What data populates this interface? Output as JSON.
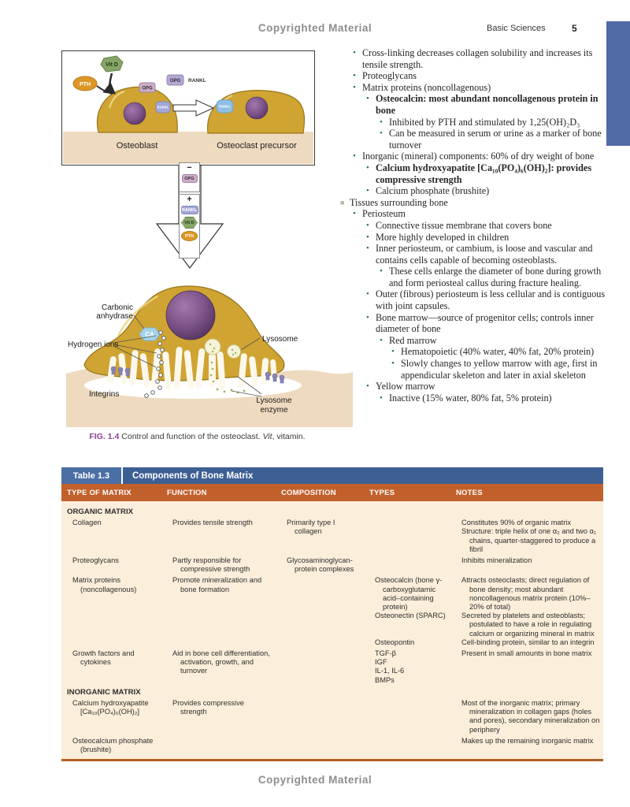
{
  "palette": {
    "tabblue": "#5069a7",
    "gold": "#d0a432",
    "goldline": "#97781c",
    "nucdark": "#5c3a68",
    "nuclight": "#a278ad",
    "tan": "#eedabf",
    "vitgreen": "#88a569",
    "pthorange": "#dc9726",
    "opgpink": "#ccadc9",
    "ranklblue": "#a3a8d6",
    "ranklcyan": "#8fc0e4",
    "bulteal": "#206f6e",
    "bulsquare": "#b5b5a4",
    "figpurple": "#8e3f96",
    "tblue": "#3d5f94",
    "tbluelight": "#4a6fa5",
    "trust": "#c2602c",
    "tcream": "#fbeeda",
    "tborder": "#b2602a",
    "cahex": "#a6d3ea",
    "substrate": "#eedabf",
    "speck": "#9cb84e",
    "integrin": "#8a86b8"
  },
  "glyphs": {
    "dot": "•",
    "square": "■"
  },
  "header": {
    "watermark": "Copyrighted Material",
    "section": "Basic Sciences",
    "page_number": "5"
  },
  "footer": {
    "watermark": "Copyrighted Material"
  },
  "figure": {
    "panel1": {
      "vitd": "Vit D",
      "pth": "PTH",
      "opg_on_cell": "OPG",
      "legend_opg": "OPG",
      "legend_rankl": "RANKL",
      "rankl_left": "RANKL",
      "rankl_right": "RANKL",
      "osteoblast": "Osteoblast",
      "precursor": "Osteoclast precursor"
    },
    "arrow": {
      "minus": "−",
      "opg": "OPG",
      "plus": "+",
      "rankl": "RANKL",
      "vitd": "Vit D",
      "pth": "PTH"
    },
    "panel2": {
      "carbonic_line1": "Carbonic",
      "carbonic_line2": "anhydrase",
      "ca": "CA",
      "hydrogen": "Hydrogen ions",
      "integrins": "Integrins",
      "lysosome": "Lysosome",
      "lysoenzyme_line1": "Lysosome",
      "lysoenzyme_line2": "enzyme"
    },
    "caption": {
      "fig_label": "FIG. 1.4",
      "text1": " Control and function of the osteoclast. ",
      "vit": "Vit",
      "text2": ", vitamin."
    }
  },
  "bullets": [
    {
      "level": 1,
      "text": "Cross-linking decreases collagen solubility and increases its tensile strength."
    },
    {
      "level": 1,
      "text": "Proteoglycans"
    },
    {
      "level": 1,
      "text": "Matrix proteins (noncollagenous)"
    },
    {
      "level": 2,
      "bold": true,
      "text": "Osteocalcin: most abundant noncollagenous protein in bone"
    },
    {
      "level": 3,
      "text": "Inhibited by PTH and stimulated by 1,25(OH)₂D₃"
    },
    {
      "level": 3,
      "text": "Can be measured in serum or urine as a marker of bone turnover"
    },
    {
      "level": 1,
      "text": "Inorganic (mineral) components: 60% of dry weight of bone"
    },
    {
      "level": 2,
      "bold": true,
      "text": "Calcium hydroxyapatite [Ca₁₀(PO₄)₆(OH)₂]: provides compressive strength"
    },
    {
      "level": 2,
      "text": "Calcium phosphate (brushite)"
    },
    {
      "level": 0,
      "square": true,
      "text": "Tissues surrounding bone"
    },
    {
      "level": 1,
      "text": "Periosteum"
    },
    {
      "level": 2,
      "text": "Connective tissue membrane that covers bone"
    },
    {
      "level": 2,
      "text": "More highly developed in children"
    },
    {
      "level": 2,
      "text": "Inner periosteum, or cambium, is loose and vascular and contains cells capable of becoming osteoblasts."
    },
    {
      "level": 3,
      "text": "These cells enlarge the diameter of bone during growth and form periosteal callus during fracture healing."
    },
    {
      "level": 2,
      "text": "Outer (fibrous) periosteum is less cellular and is contiguous with joint capsules."
    },
    {
      "level": 2,
      "text": "Bone marrow—source of progenitor cells; controls inner diameter of bone"
    },
    {
      "level": 3,
      "text": "Red marrow"
    },
    {
      "level": 4,
      "text": "Hematopoietic (40% water, 40% fat, 20% protein)"
    },
    {
      "level": 4,
      "text": "Slowly changes to yellow marrow with age, first in appendicular skeleton and later in axial skeleton"
    },
    {
      "level": 2,
      "text": "Yellow marrow"
    },
    {
      "level": 3,
      "text": "Inactive (15% water, 80% fat, 5% protein)"
    }
  ],
  "table": {
    "id": "Table 1.3",
    "title": "Components of Bone Matrix",
    "columns": [
      "TYPE OF MATRIX",
      "FUNCTION",
      "COMPOSITION",
      "TYPES",
      "NOTES"
    ],
    "rows": [
      {
        "section": "ORGANIC MATRIX"
      },
      {
        "cells": [
          "Collagen",
          "Provides tensile strength",
          "Primarily type I collagen",
          "",
          "Constitutes 90% of organic matrix\nStructure: triple helix of one α₂ and two α₁ chains, quarter-staggered to produce a fibril"
        ]
      },
      {
        "cells": [
          "Proteoglycans",
          "Partly responsible for compressive strength",
          "Glycosaminoglycan-protein complexes",
          "",
          "Inhibits mineralization"
        ]
      },
      {
        "cells": [
          "Matrix proteins (noncollagenous)",
          "Promote mineralization and bone formation",
          "",
          "Osteocalcin (bone γ-carboxyglutamic acid–containing protein)",
          "Attracts osteoclasts; direct regulation of bone density; most abundant noncollagenous matrix protein (10%–20% of total)"
        ]
      },
      {
        "continuation": true,
        "cells": [
          "",
          "",
          "",
          "Osteonectin (SPARC)",
          "Secreted by platelets and osteoblasts; postulated to have a role in regulating calcium or organizing mineral in matrix"
        ]
      },
      {
        "continuation": true,
        "cells": [
          "",
          "",
          "",
          "Osteopontin",
          "Cell-binding protein, similar to an integrin"
        ]
      },
      {
        "cells": [
          "Growth factors and cytokines",
          "Aid in bone cell differentiation, activation, growth, and turnover",
          "",
          "TGF-β\nIGF\nIL-1, IL-6\nBMPs",
          "Present in small amounts in bone matrix"
        ]
      },
      {
        "section": "INORGANIC MATRIX"
      },
      {
        "cells": [
          "Calcium hydroxyapatite [Ca₁₀(PO₄)₆(OH)₂]",
          "Provides compressive strength",
          "",
          "",
          "Most of the inorganic matrix; primary mineralization in collagen gaps (holes and pores), secondary mineralization on periphery"
        ]
      },
      {
        "cells": [
          "Osteocalcium phosphate (brushite)",
          "",
          "",
          "",
          "Makes up the remaining inorganic matrix"
        ]
      }
    ]
  }
}
